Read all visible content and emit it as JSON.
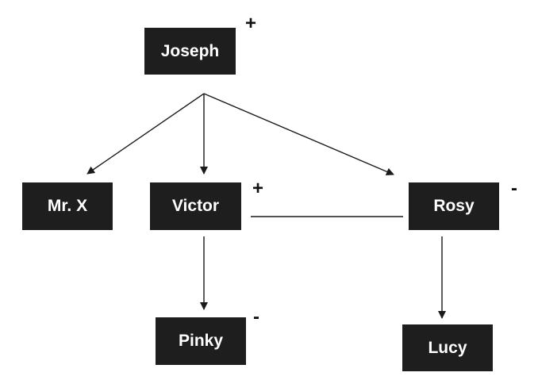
{
  "colors": {
    "node_fill": "#1e1e1e",
    "node_text": "#ffffff",
    "line": "#1a1a1a",
    "background": "#ffffff"
  },
  "nodes": [
    {
      "id": "joseph",
      "label": "Joseph",
      "sign": "+"
    },
    {
      "id": "mrx",
      "label": "Mr. X",
      "sign": ""
    },
    {
      "id": "victor",
      "label": "Victor",
      "sign": "+"
    },
    {
      "id": "rosy",
      "label": "Rosy",
      "sign": "-"
    },
    {
      "id": "pinky",
      "label": "Pinky",
      "sign": "-"
    },
    {
      "id": "lucy",
      "label": "Lucy",
      "sign": ""
    }
  ],
  "edges": [
    {
      "from": "joseph",
      "to": "mrx",
      "type": "arrow"
    },
    {
      "from": "joseph",
      "to": "victor",
      "type": "arrow"
    },
    {
      "from": "joseph",
      "to": "rosy",
      "type": "arrow"
    },
    {
      "from": "victor",
      "to": "rosy",
      "type": "line"
    },
    {
      "from": "victor",
      "to": "pinky",
      "type": "arrow"
    },
    {
      "from": "rosy",
      "to": "lucy",
      "type": "arrow"
    }
  ]
}
